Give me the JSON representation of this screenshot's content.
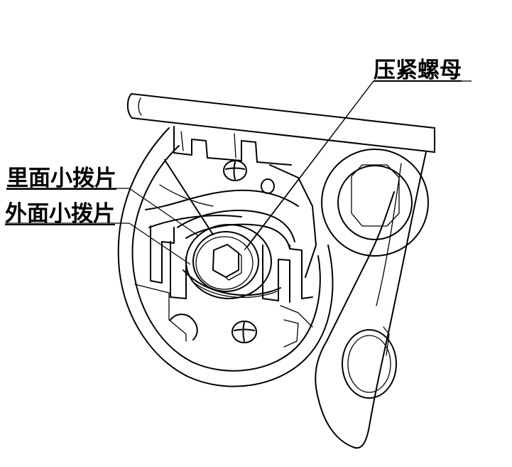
{
  "labels": {
    "compression_nut": "压紧螺母",
    "inner_small_pick": "里面小拨片",
    "outer_small_pick": "外面小拨片"
  }
}
